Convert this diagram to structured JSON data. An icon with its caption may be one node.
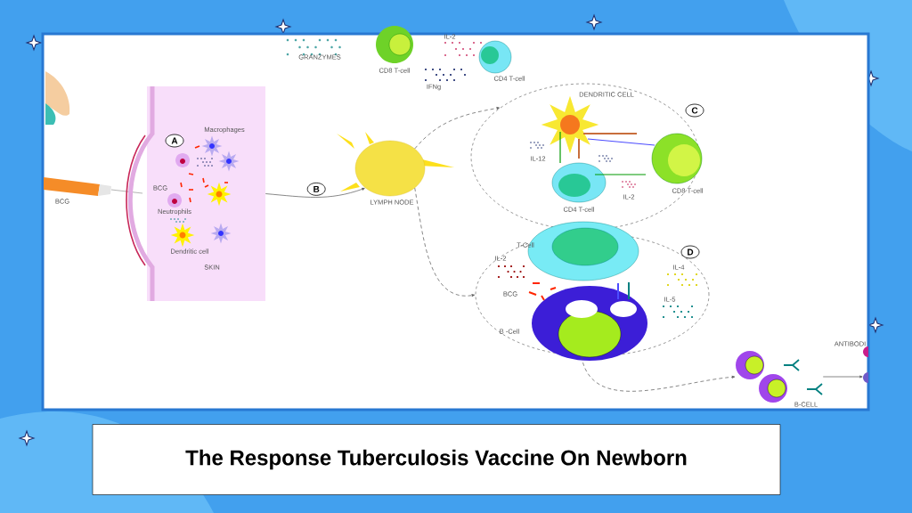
{
  "diagram": {
    "title": "The Response Tuberculosis Vaccine On Newborn",
    "nodes": [
      {
        "text": [
          "A",
          "Macrophages",
          "BCG",
          "Neutrophils",
          "Dendritic cell",
          "SKIN"
        ]
      },
      {
        "text": [
          "LYMPH NODE"
        ]
      },
      {
        "text": [
          "DENDRITIC CELL",
          "C",
          "IL-12",
          "CD4 T-cell",
          "IL-2",
          "CD8 T-cell"
        ]
      },
      {
        "text": [
          "T-Cell",
          "D",
          "IL-2",
          "IL-4",
          "BCG",
          "IL-5",
          "B -Cell"
        ]
      },
      {
        "text": [
          "B-CELL"
        ]
      }
    ],
    "edges": [
      {
        "from": 0,
        "to": 1,
        "arrow": "to",
        "label": "B"
      },
      {
        "from": 1,
        "to": 2,
        "arrow": "to",
        "style": "dashed"
      },
      {
        "from": 1,
        "to": 3,
        "arrow": "to",
        "style": "dashed"
      },
      {
        "from": 3,
        "to": 4,
        "arrow": "to",
        "style": "dashed"
      },
      {
        "from": 4,
        "to": null,
        "arrow": "to"
      }
    ],
    "labels": [
      "GRANZYMES",
      "CD8 T-cell",
      "IL-2",
      "CD4 T-cell",
      "IFNg",
      "BCG",
      "ANTIBODI"
    ]
  }
}
